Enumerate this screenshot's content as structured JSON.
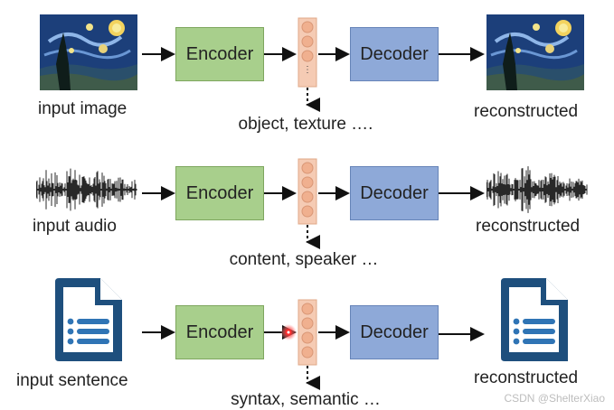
{
  "rows": [
    {
      "input_label": "input image",
      "encoder_label": "Encoder",
      "decoder_label": "Decoder",
      "latent_caption": "object, texture ….",
      "output_label": "reconstructed",
      "input_kind": "image-icon"
    },
    {
      "input_label": "input audio",
      "encoder_label": "Encoder",
      "decoder_label": "Decoder",
      "latent_caption": "content, speaker …",
      "output_label": "reconstructed",
      "input_kind": "waveform-icon"
    },
    {
      "input_label": "input sentence",
      "encoder_label": "Encoder",
      "decoder_label": "Decoder",
      "latent_caption": "syntax, semantic …",
      "output_label": "reconstructed",
      "input_kind": "document-icon"
    }
  ],
  "watermark": "CSDN @ShelterXiao",
  "colors": {
    "encoder_fill": "#a8cf8c",
    "decoder_fill": "#8ea9d8",
    "latent_fill": "#f5cbb4",
    "latent_node": "#f0b08f",
    "doc_blue": "#1e4f7d",
    "doc_line": "#2f74b5",
    "cursor_red": "#ff2a2a"
  }
}
